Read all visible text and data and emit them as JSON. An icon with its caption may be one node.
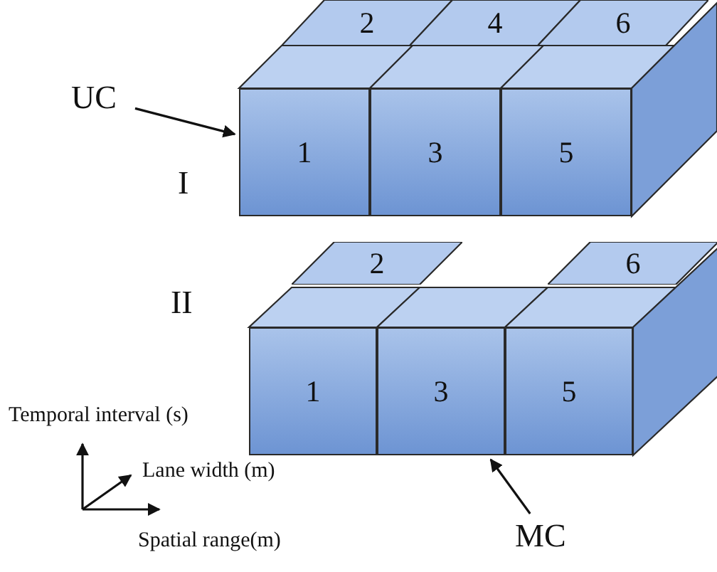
{
  "diagram": {
    "nodes": [
      {
        "text": [
          "2"
        ]
      },
      {
        "text": [
          "4"
        ]
      },
      {
        "text": [
          "6"
        ]
      },
      {
        "text": [
          "UC"
        ]
      },
      {
        "text": [
          "1"
        ]
      },
      {
        "text": [
          "3"
        ]
      },
      {
        "text": [
          "5"
        ]
      },
      {
        "text": [
          "2"
        ]
      },
      {
        "text": [
          "6"
        ]
      },
      {
        "text": [
          "1"
        ]
      },
      {
        "text": [
          "3"
        ]
      },
      {
        "text": [
          "5"
        ]
      },
      {
        "text": [
          "MC"
        ]
      }
    ],
    "edges": [
      {
        "from": 3,
        "to": 4,
        "arrow": "to"
      },
      {
        "from": 12,
        "to": 10,
        "arrow": "to"
      }
    ],
    "labels": [
      "I",
      "II",
      "Temporal interval (s)",
      "Lane width (m)",
      "Spatial range(m)"
    ]
  }
}
